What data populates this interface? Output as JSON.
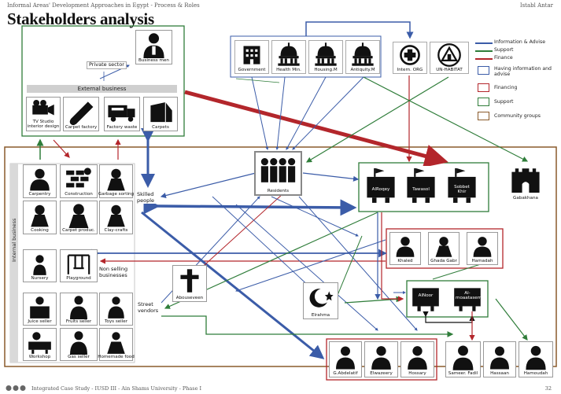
{
  "header": {
    "left": "Informal Areas' Development Approaches in Egypt - Process & Roles",
    "right": "Istabl Antar",
    "title": "Stakeholders analysis"
  },
  "external": {
    "section_label": "External business",
    "private_sector": "Private sector",
    "business_men": "Business men",
    "tv_studio": "TV Studio interior design",
    "carpet_factory": "Carpet factory",
    "factory_waste": "Factory waste",
    "carpets": "Carpets"
  },
  "government": {
    "government": "Government",
    "health": "Health Min.",
    "housing": "Housing.M",
    "antiquity": "Antiquity.M",
    "intern_org": "Intern. ORG",
    "un_habitat": "UN-HABITAT"
  },
  "legend": {
    "info": "Information & Advise",
    "support": "Support",
    "finance": "Finance",
    "having_info": "Having information and advise",
    "financing": "Financing",
    "support_box": "Support",
    "community": "Community groups",
    "colors": {
      "info": "#3b5ca8",
      "support": "#2f7d3a",
      "finance": "#b3262b",
      "community": "#8a5a2b"
    }
  },
  "internal": {
    "section_label": "Internal business",
    "carpentry": "Carpentry",
    "construction": "Construction",
    "garbage": "Garbage sorting",
    "cooking": "Cooking",
    "carpet_production": "Carpet produc.",
    "clay": "Clay-crafts",
    "nursery": "Nursery",
    "playground": "Playground",
    "non_selling": "Non selling businesses",
    "juice": "Juice seller",
    "fruits": "Fruits seller",
    "toys": "Toys seller",
    "workshop": "Workshop",
    "gas": "Gas seller",
    "homemade": "Homemade food"
  },
  "community": {
    "residents": "Residents",
    "skilled_people": "Skilled people",
    "street_vendors": "Street vendors",
    "abouseveen": "Abouseveen",
    "elrahma": "Elrahma",
    "alroqey": "AlRoqey",
    "tawasol": "Tawasol",
    "sobbet_khir": "Sobbet Khir",
    "gabakhana": "Gabakhana",
    "khaled": "Khaled",
    "ghada_gabr": "Ghada Gabr",
    "hamadah": "Hamadah",
    "alnoor": "AlNoor",
    "almoaatasem": "Al-moaatasem",
    "g_abdelatif": "G.Abdelatif",
    "elwazeery": "Elwazeery",
    "hossary": "Hossary",
    "sameer_fadil": "Sameer. Fadil",
    "hassaan": "Hassaan",
    "hamoudah": "Hamoudah"
  },
  "footer": {
    "text": "Integrated Case Study - IUSD III - Ain Shams University - Phase I",
    "page": "32"
  }
}
